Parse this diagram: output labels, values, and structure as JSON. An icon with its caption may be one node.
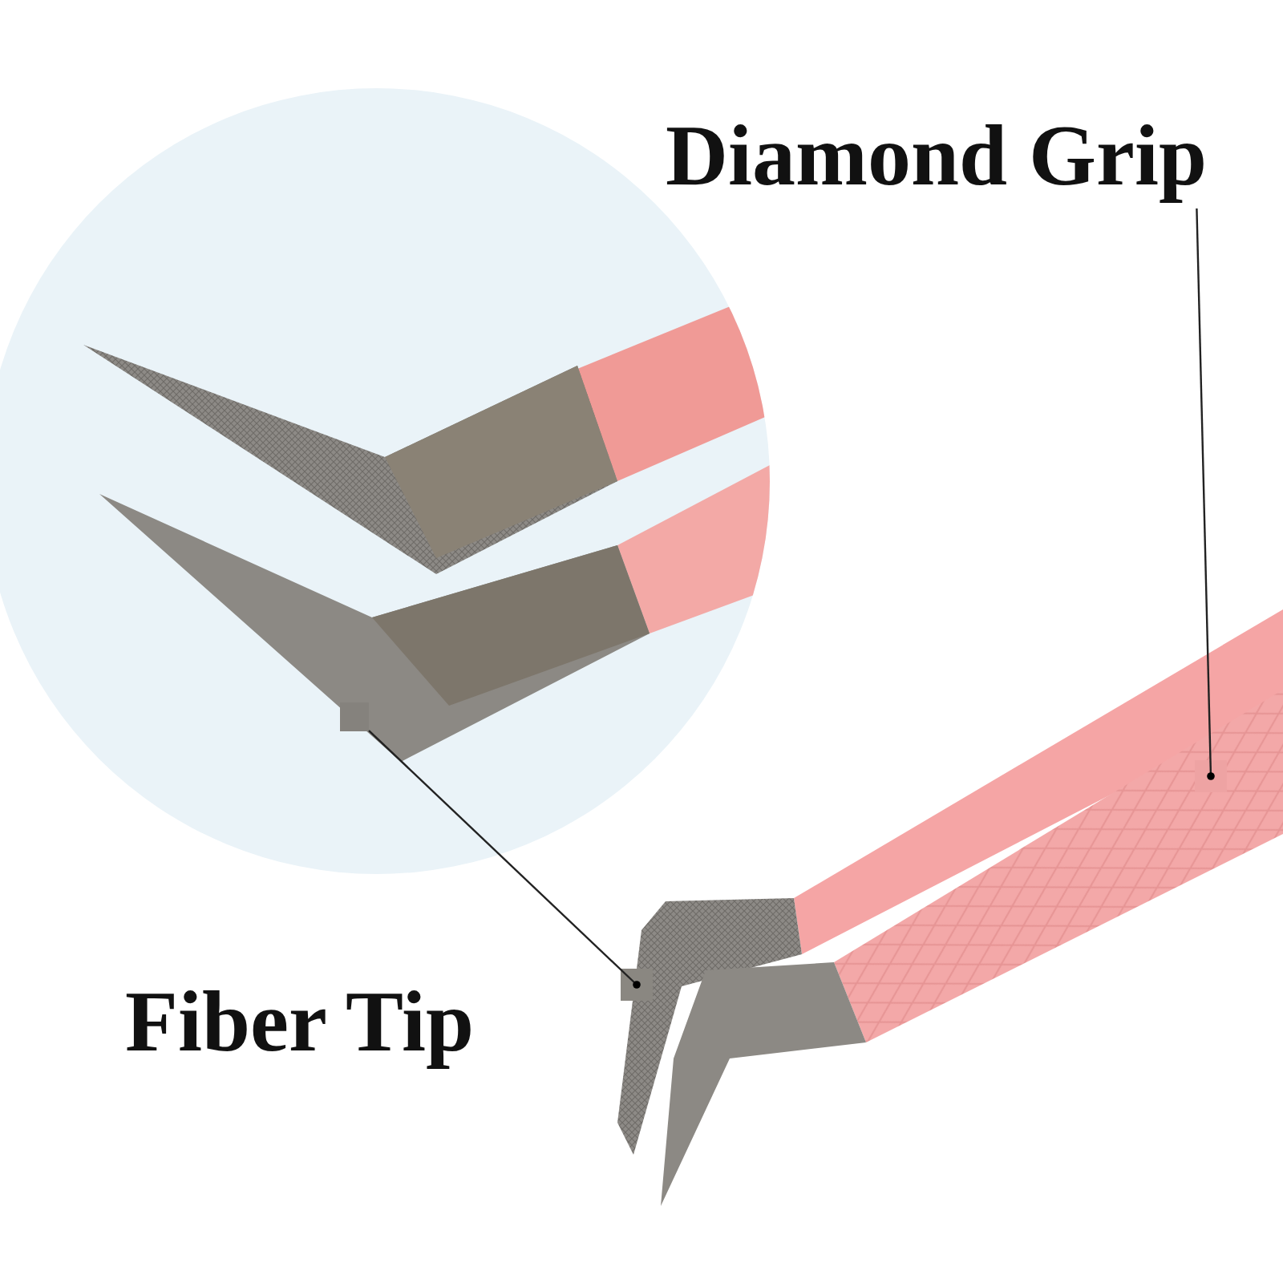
{
  "diagram": {
    "nodes": [
      {
        "text": [
          "Diamond Grip"
        ]
      },
      {
        "text": [],
        "shape": "box"
      },
      {
        "text": [],
        "shape": "box"
      },
      {
        "text": [],
        "shape": "box"
      }
    ],
    "edges": [
      {
        "from": 0,
        "to": 1,
        "arrow": "other"
      },
      {
        "from": 2,
        "to": 3,
        "arrow": "other"
      }
    ],
    "labels": [
      "Fiber Tip"
    ]
  }
}
